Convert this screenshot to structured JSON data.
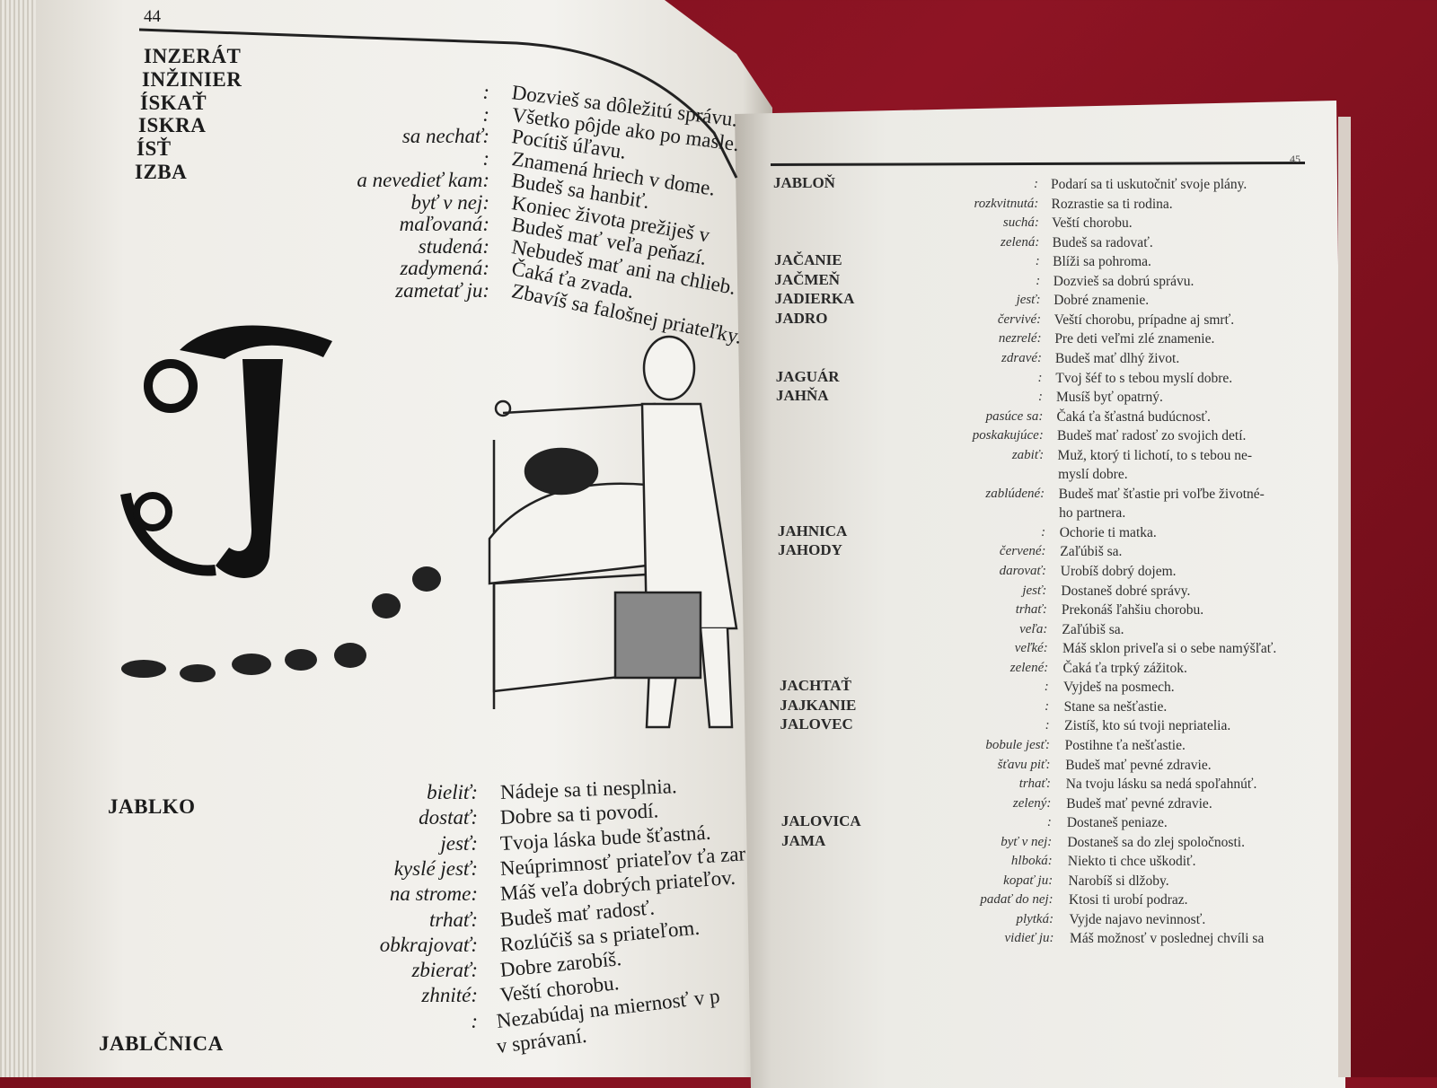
{
  "left_page": {
    "page_number": "44",
    "headwords": [
      "INZERÁT",
      "INŽINIER",
      "ÍSKAŤ",
      "ISKRA",
      "ÍSŤ",
      "IZBA"
    ],
    "entries": [
      {
        "label": ":",
        "text": "Dozvieš sa dôležitú správu."
      },
      {
        "label": ":",
        "text": "Všetko pôjde ako po masle."
      },
      {
        "label": "sa nechať:",
        "text": "Pocítiš úľavu."
      },
      {
        "label": ":",
        "text": "Znamená hriech v dome."
      },
      {
        "label": "a nevedieť kam:",
        "text": "Budeš sa hanbiť."
      },
      {
        "label": "byť v nej:",
        "text": "Koniec života prežiješ v"
      },
      {
        "label": "maľovaná:",
        "text": "Budeš mať veľa peňazí."
      },
      {
        "label": "studená:",
        "text": "Nebudeš mať ani na chlieb."
      },
      {
        "label": "zadymená:",
        "text": "Čaká ťa zvada."
      },
      {
        "label": "zametať ju:",
        "text": "Zbavíš sa falošnej priateľky."
      }
    ],
    "jablko": {
      "headword": "JABLKO",
      "entries": [
        {
          "label": "bieliť:",
          "text": "Nádeje sa ti nesplnia."
        },
        {
          "label": "dostať:",
          "text": "Dobre sa ti povodí."
        },
        {
          "label": "jesť:",
          "text": "Tvoja láska bude šťastná."
        },
        {
          "label": "kyslé jesť:",
          "text": "Neúprimnosť priateľov ťa zar"
        },
        {
          "label": "na strome:",
          "text": "Máš veľa dobrých priateľov."
        },
        {
          "label": "trhať:",
          "text": "Budeš mať radosť."
        },
        {
          "label": "obkrajovať:",
          "text": "Rozlúčiš sa s priateľom."
        },
        {
          "label": "zbierať:",
          "text": "Dobre zarobíš."
        },
        {
          "label": "zhnité:",
          "text": "Veští chorobu."
        },
        {
          "label": ":",
          "text": "Nezabúdaj na miernosť v p"
        },
        {
          "label": "",
          "text": "v správaní."
        }
      ]
    },
    "last_headword": "JABLČNICA"
  },
  "right_page": {
    "page_number": "45",
    "rows": [
      {
        "hw": "JABLOŇ",
        "label": ":",
        "text": "Podarí sa ti uskutočniť svoje plány."
      },
      {
        "hw": "",
        "label": "rozkvitnutá:",
        "text": "Rozrastie sa ti rodina."
      },
      {
        "hw": "",
        "label": "suchá:",
        "text": "Veští chorobu."
      },
      {
        "hw": "",
        "label": "zelená:",
        "text": "Budeš sa radovať."
      },
      {
        "hw": "JAČANIE",
        "label": ":",
        "text": "Blíži sa pohroma."
      },
      {
        "hw": "JAČMEŇ",
        "label": ":",
        "text": "Dozvieš sa dobrú správu."
      },
      {
        "hw": "JADIERKA",
        "label": "jesť:",
        "text": "Dobré znamenie."
      },
      {
        "hw": "JADRO",
        "label": "červivé:",
        "text": "Veští chorobu, prípadne aj smrť."
      },
      {
        "hw": "",
        "label": "nezrelé:",
        "text": "Pre deti veľmi zlé znamenie."
      },
      {
        "hw": "",
        "label": "zdravé:",
        "text": "Budeš mať dlhý život."
      },
      {
        "hw": "JAGUÁR",
        "label": ":",
        "text": "Tvoj šéf to s tebou myslí dobre."
      },
      {
        "hw": "JAHŇA",
        "label": ":",
        "text": "Musíš byť opatrný."
      },
      {
        "hw": "",
        "label": "pasúce sa:",
        "text": "Čaká ťa šťastná budúcnosť."
      },
      {
        "hw": "",
        "label": "poskakujúce:",
        "text": "Budeš mať radosť zo svojich detí."
      },
      {
        "hw": "",
        "label": "zabiť:",
        "text": "Muž, ktorý ti lichotí, to s tebou ne-"
      },
      {
        "hw": "",
        "label": "",
        "text": "myslí dobre."
      },
      {
        "hw": "",
        "label": "zablúdené:",
        "text": "Budeš mať šťastie pri voľbe životné-"
      },
      {
        "hw": "",
        "label": "",
        "text": "ho partnera."
      },
      {
        "hw": "JAHNICA",
        "label": ":",
        "text": "Ochorie ti matka."
      },
      {
        "hw": "JAHODY",
        "label": "červené:",
        "text": "Zaľúbiš sa."
      },
      {
        "hw": "",
        "label": "darovať:",
        "text": "Urobíš dobrý dojem."
      },
      {
        "hw": "",
        "label": "jesť:",
        "text": "Dostaneš dobré správy."
      },
      {
        "hw": "",
        "label": "trhať:",
        "text": "Prekonáš ľahšiu chorobu."
      },
      {
        "hw": "",
        "label": "veľa:",
        "text": "Zaľúbiš sa."
      },
      {
        "hw": "",
        "label": "veľké:",
        "text": "Máš sklon priveľa si o sebe namýšľať."
      },
      {
        "hw": "",
        "label": "zelené:",
        "text": "Čaká ťa trpký zážitok."
      },
      {
        "hw": "JACHTAŤ",
        "label": ":",
        "text": "Vyjdeš na posmech."
      },
      {
        "hw": "JAJKANIE",
        "label": ":",
        "text": "Stane sa nešťastie."
      },
      {
        "hw": "JALOVEC",
        "label": ":",
        "text": "Zistíš, kto sú tvoji nepriatelia."
      },
      {
        "hw": "",
        "label": "bobule jesť:",
        "text": "Postihne ťa nešťastie."
      },
      {
        "hw": "",
        "label": "šťavu piť:",
        "text": "Budeš mať pevné zdravie."
      },
      {
        "hw": "",
        "label": "trhať:",
        "text": "Na tvoju lásku sa nedá spoľahnúť."
      },
      {
        "hw": "",
        "label": "zelený:",
        "text": "Budeš mať pevné zdravie."
      },
      {
        "hw": "JALOVICA",
        "label": ":",
        "text": "Dostaneš peniaze."
      },
      {
        "hw": "JAMA",
        "label": "byť v nej:",
        "text": "Dostaneš sa do zlej spoločnosti."
      },
      {
        "hw": "",
        "label": "hlboká:",
        "text": "Niekto ti chce uškodiť."
      },
      {
        "hw": "",
        "label": "kopať ju:",
        "text": "Narobíš si dlžoby."
      },
      {
        "hw": "",
        "label": "padať do nej:",
        "text": "Ktosi ti urobí podraz."
      },
      {
        "hw": "",
        "label": "plytká:",
        "text": "Vyjde najavo nevinnosť."
      },
      {
        "hw": "",
        "label": "vidieť ju:",
        "text": "Máš možnosť v poslednej chvíli sa"
      }
    ]
  }
}
